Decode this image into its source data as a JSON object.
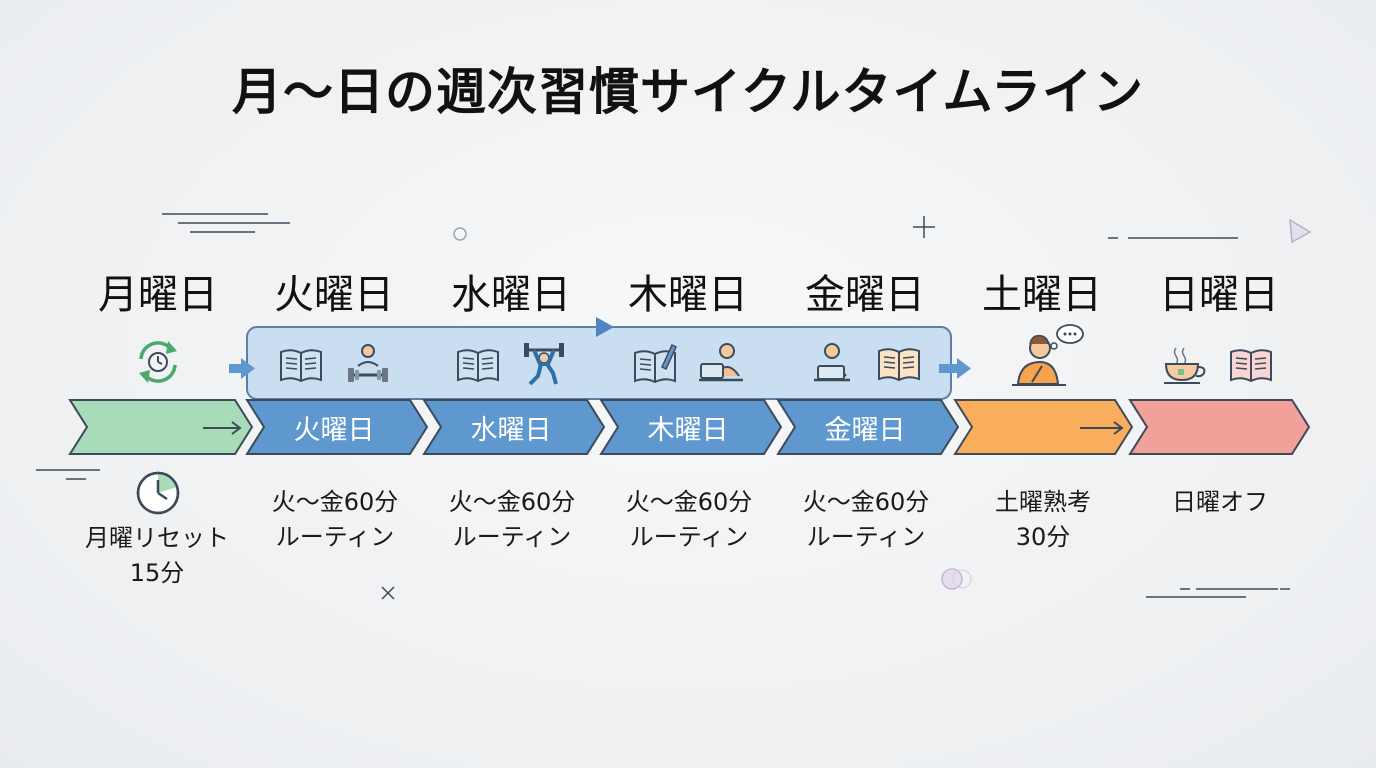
{
  "title": "月〜日の週次習慣サイクルタイムライン",
  "days": [
    "月曜日",
    "火曜日",
    "水曜日",
    "木曜日",
    "金曜日",
    "土曜日",
    "日曜日"
  ],
  "segments": [
    "火曜日",
    "水曜日",
    "木曜日",
    "金曜日"
  ],
  "descriptions": {
    "mon": [
      "月曜リセット",
      "15分"
    ],
    "tue": [
      "火〜金60分",
      "ルーティン"
    ],
    "wed": [
      "火〜金60分",
      "ルーティン"
    ],
    "thu": [
      "火〜金60分",
      "ルーティン"
    ],
    "fri": [
      "火〜金60分",
      "ルーティン"
    ],
    "sat": [
      "土曜熟考",
      "30分"
    ],
    "sun": [
      "日曜オフ"
    ]
  },
  "colors": {
    "monday": "#a8dcb8",
    "weekday": "#5e98cf",
    "saturday": "#f9ae5e",
    "sunday": "#f2a19a",
    "band": "#c9dff1",
    "outline": "#3d4a5a"
  },
  "icons": [
    "cycle-arrows-icon",
    "clock-icon",
    "book-icon",
    "weightlifter-icon",
    "exercise-icon",
    "writing-book-icon",
    "laptop-person-icon",
    "thinking-person-icon",
    "tea-cup-icon"
  ]
}
